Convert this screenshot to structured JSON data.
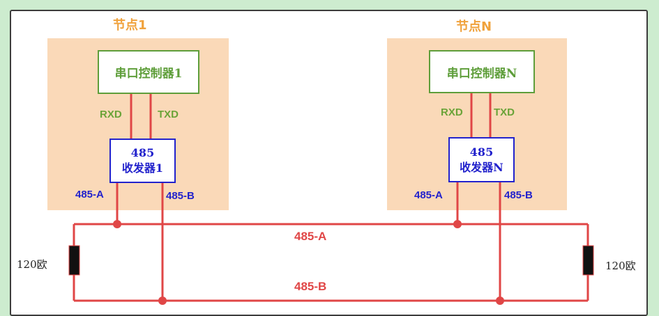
{
  "node1": {
    "title": "节点1",
    "controller": "串口控制器1",
    "rxd": "RXD",
    "txd": "TXD",
    "transceiver_line1": "485",
    "transceiver_line2": "收发器1",
    "pin_a": "485-A",
    "pin_b": "485-B"
  },
  "nodeN": {
    "title": "节点N",
    "controller": "串口控制器N",
    "rxd": "RXD",
    "txd": "TXD",
    "transceiver_line1": "485",
    "transceiver_line2": "收发器N",
    "pin_a": "485-A",
    "pin_b": "485-B"
  },
  "bus": {
    "line_a": "485-A",
    "line_b": "485-B"
  },
  "resistors": {
    "left": "120欧",
    "right": "120欧"
  },
  "colors": {
    "wire": "#e04646",
    "node_bg": "#fad9b8",
    "controller": "#5e9e3a",
    "transceiver": "#2222cc",
    "title": "#f0a23c",
    "resistor": "#111111"
  }
}
